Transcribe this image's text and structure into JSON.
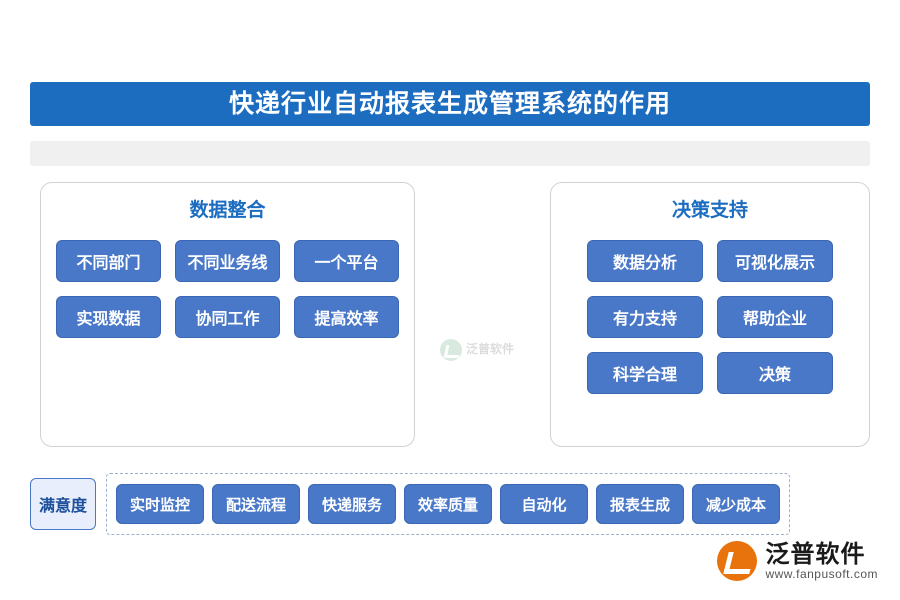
{
  "header": {
    "title": "快递行业自动报表生成管理系统的作用"
  },
  "sub_bar": {
    "text": ""
  },
  "panels": [
    {
      "heading": "数据整合",
      "chips": [
        "不同部门",
        "不同业务线",
        "一个平台",
        "实现数据",
        "协同工作",
        "提高效率"
      ]
    },
    {
      "heading": "决策支持",
      "chips": [
        "数据分析",
        "可视化展示",
        "有力支持",
        "帮助企业",
        "科学合理",
        "决策"
      ]
    }
  ],
  "center_watermark": {
    "icon": "check-circle-icon",
    "text": "泛普软件"
  },
  "bottom": {
    "satisfaction_label": "满意度",
    "items": [
      "实时监控",
      "配送流程",
      "快递服务",
      "效率质量",
      "自动化",
      "报表生成",
      "减少成本"
    ]
  },
  "brand": {
    "icon": "check-circle-icon",
    "name": "泛普软件",
    "url": "www.fanpusoft.com"
  },
  "colors": {
    "title_bar": "#1c6cc0",
    "chip": "#4a78c8",
    "heading": "#1c6cc0",
    "sub_bar": "#f0f0f0",
    "brand_orange": "#e8720c"
  }
}
